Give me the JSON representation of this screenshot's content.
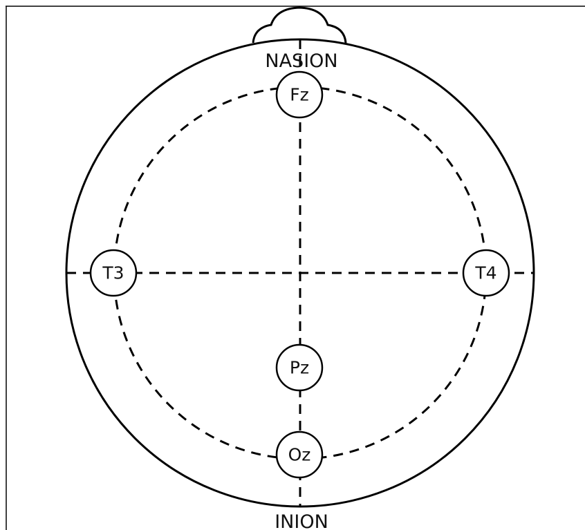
{
  "landmarks": {
    "top": "NASION",
    "bottom": "INION"
  },
  "electrodes": [
    "Fz",
    "T3",
    "T4",
    "Pz",
    "Oz"
  ]
}
